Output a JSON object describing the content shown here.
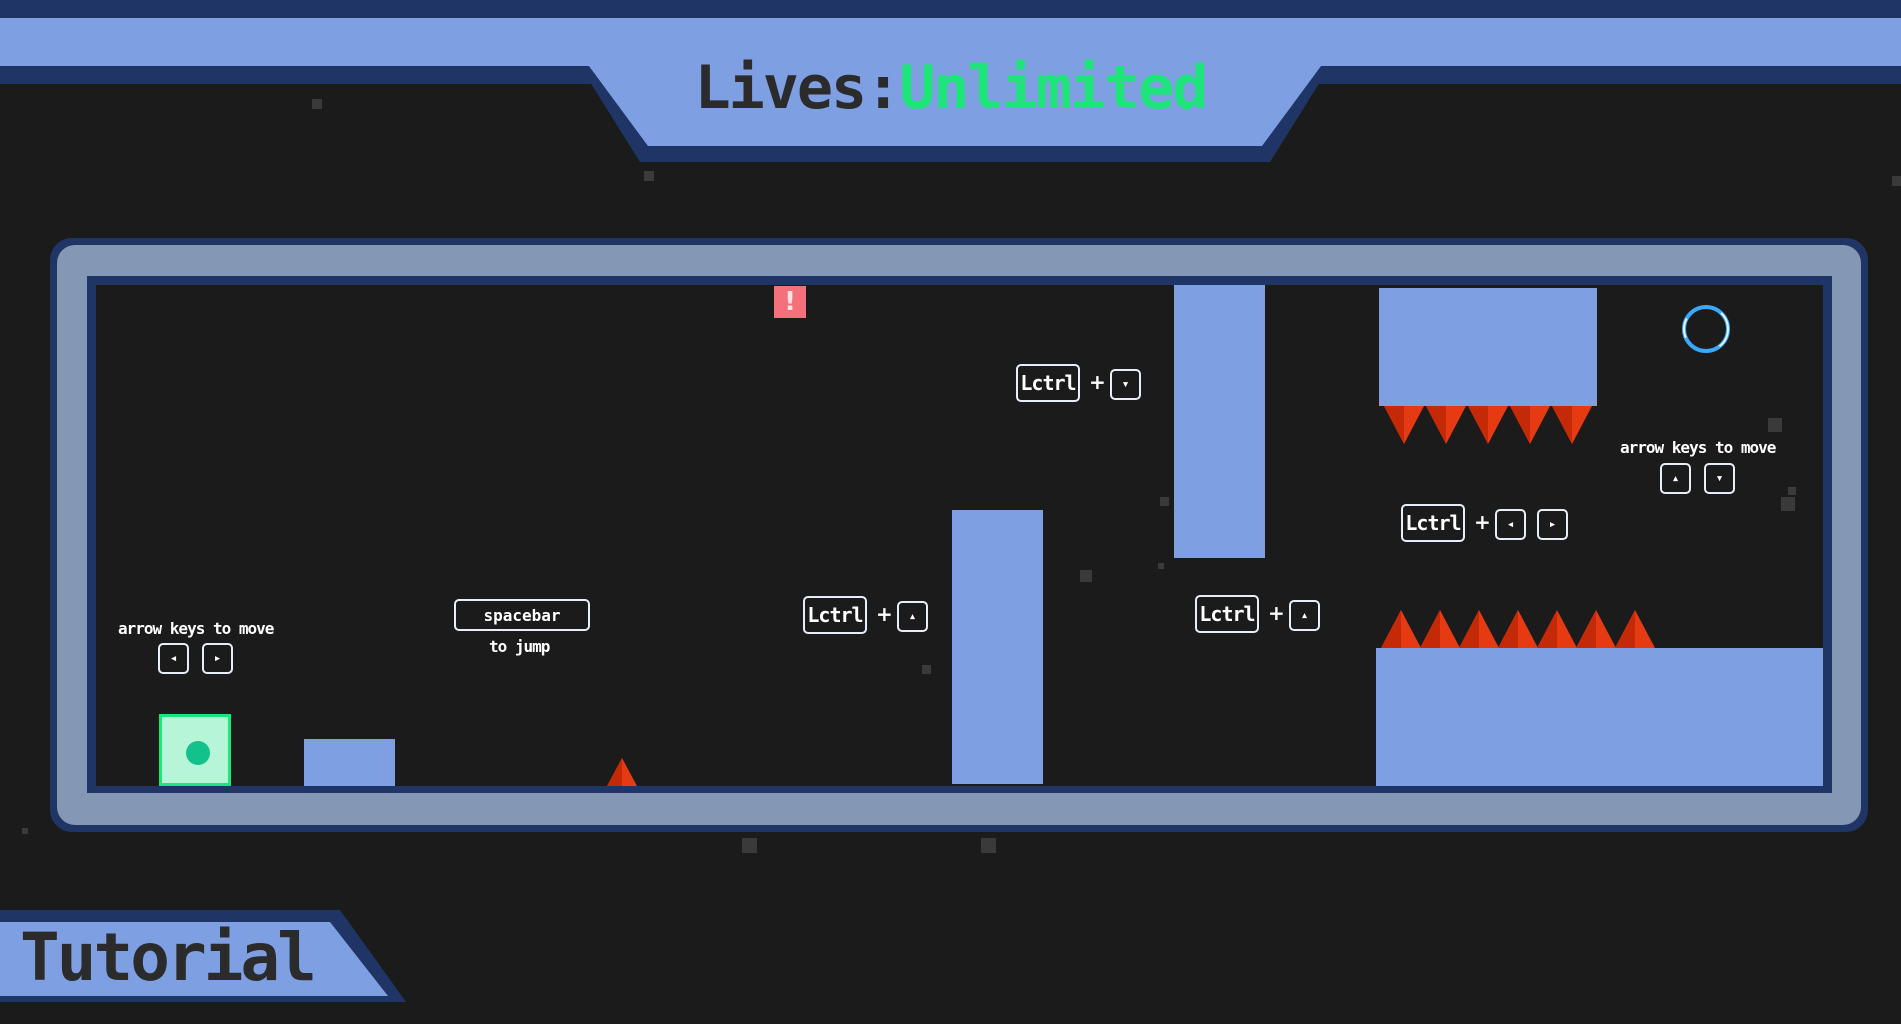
{
  "hud": {
    "lives_label": "Lives:",
    "lives_value": "Unlimited",
    "level_name": "Tutorial"
  },
  "hints": {
    "move_left_right": "arrow keys to move",
    "move_up_down": "arrow keys to move",
    "spacebar_key": "spacebar",
    "spacebar_action": "to jump",
    "ctrl_key": "Lctrl",
    "plus": "+"
  },
  "icons": {
    "arrow_left": "◂",
    "arrow_right": "▸",
    "arrow_up": "▴",
    "arrow_down": "▾",
    "alert": "!"
  },
  "colors": {
    "background": "#1b1b1b",
    "frame_dark": "#1e3566",
    "frame_light": "#8497b4",
    "platform": "#7f9fe3",
    "spike": "#e63a12",
    "player_fill": "#b6f5d8",
    "player_accent": "#1ee57a",
    "lives_value": "#1ee57a",
    "alert": "#f4707a",
    "goal_ring": "#3aa8ff"
  }
}
